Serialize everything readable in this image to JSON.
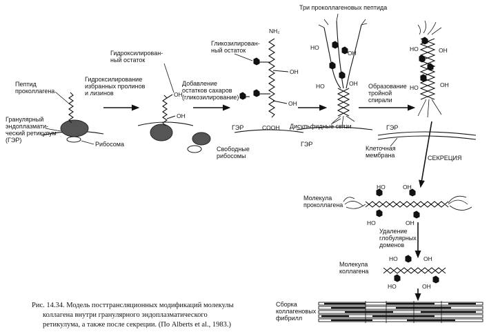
{
  "labels": {
    "three_peptides": "Три проколлагеновых пептида",
    "peptide_procollagen": [
      "Пептид",
      "проколлагена"
    ],
    "granular_er": [
      "Гранулярный",
      "эндоплазмати-",
      "ческий ретикулум",
      "(ГЭР)"
    ],
    "ribosome": "Рибосома",
    "hydroxylation_step": [
      "Гидроксилирование",
      "избранных пролинов",
      "и лизинов"
    ],
    "hydroxylated_residue": [
      "Гидроксилирован-",
      "ный остаток"
    ],
    "free_ribosomes": [
      "Свободные",
      "рибосомы"
    ],
    "glycosylated_residue": [
      "Гликозилирован-",
      "ный остаток"
    ],
    "sugar_addition": [
      "Добавление",
      "остатков сахаров",
      "(гликозилирование)"
    ],
    "triple_helix": [
      "Образование",
      "тройной",
      "спирали"
    ],
    "disulfide_bonds": "Дисульфидные связи",
    "ger_1": "ГЭР",
    "ger_2": "ГЭР",
    "ger_3": "ГЭР",
    "cell_membrane": [
      "Клеточная",
      "мембрана"
    ],
    "secretion": "СЕКРЕЦИЯ",
    "procollagen_molecule": [
      "Молекула",
      "проколлагена"
    ],
    "globular_removal": [
      "Удаление",
      "глобулярных",
      "доменов"
    ],
    "collagen_molecule": [
      "Молекула",
      "коллагена"
    ],
    "fibril_assembly": [
      "Сборка",
      "коллагеновых",
      "фибрилл"
    ],
    "nh2": "NH₂",
    "cooh": "COOH",
    "oh": "OH",
    "ho": "HO"
  },
  "caption": [
    "Рис. 14.34. Модель посттрансляционных модификаций молекулы",
    "коллагена внутри гранулярного эндоплазматического",
    "ретикулума, а также после секреции. (По Alberts et al., 1983.)"
  ]
}
